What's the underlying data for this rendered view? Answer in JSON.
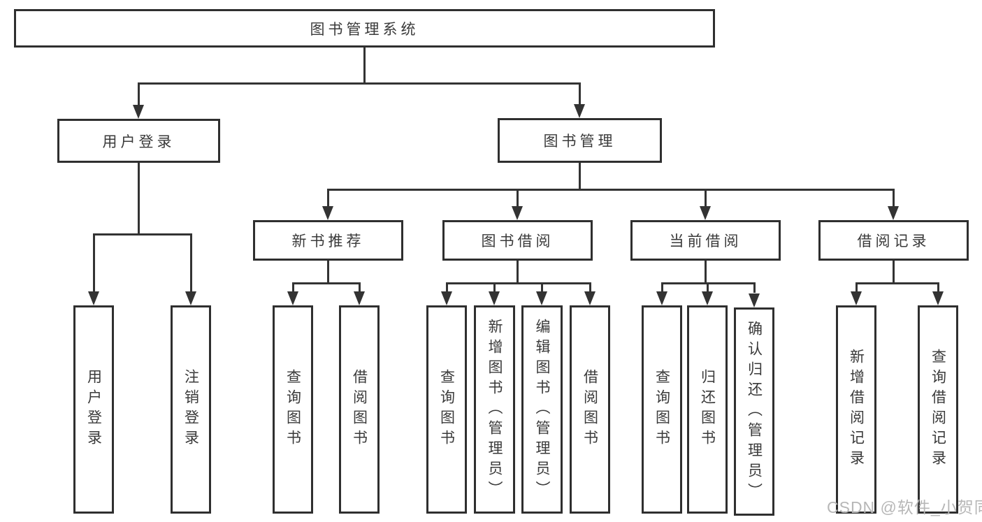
{
  "title": "图书管理系统",
  "watermark": "CSDN @软件_小贺同学",
  "colors": {
    "line": "#333333",
    "box_border": "#2f2f2f",
    "text": "#3a3a3a",
    "watermark": "#b7b7b7",
    "background": "#ffffff"
  },
  "tree": {
    "label": "图书管理系统",
    "children": [
      {
        "label": "用户登录",
        "children": [
          {
            "label": "用户登录"
          },
          {
            "label": "注销登录"
          }
        ]
      },
      {
        "label": "图书管理",
        "children": [
          {
            "label": "新书推荐",
            "children": [
              {
                "label": "查询图书"
              },
              {
                "label": "借阅图书"
              }
            ]
          },
          {
            "label": "图书借阅",
            "children": [
              {
                "label": "查询图书"
              },
              {
                "label": "新增图书（管理员）"
              },
              {
                "label": "编辑图书（管理员）"
              },
              {
                "label": "借阅图书"
              }
            ]
          },
          {
            "label": "当前借阅",
            "children": [
              {
                "label": "查询图书"
              },
              {
                "label": "归还图书"
              },
              {
                "label": "确认归还（管理员）"
              }
            ]
          },
          {
            "label": "借阅记录",
            "children": [
              {
                "label": "新增借阅记录"
              },
              {
                "label": "查询借阅记录"
              }
            ]
          }
        ]
      }
    ]
  }
}
